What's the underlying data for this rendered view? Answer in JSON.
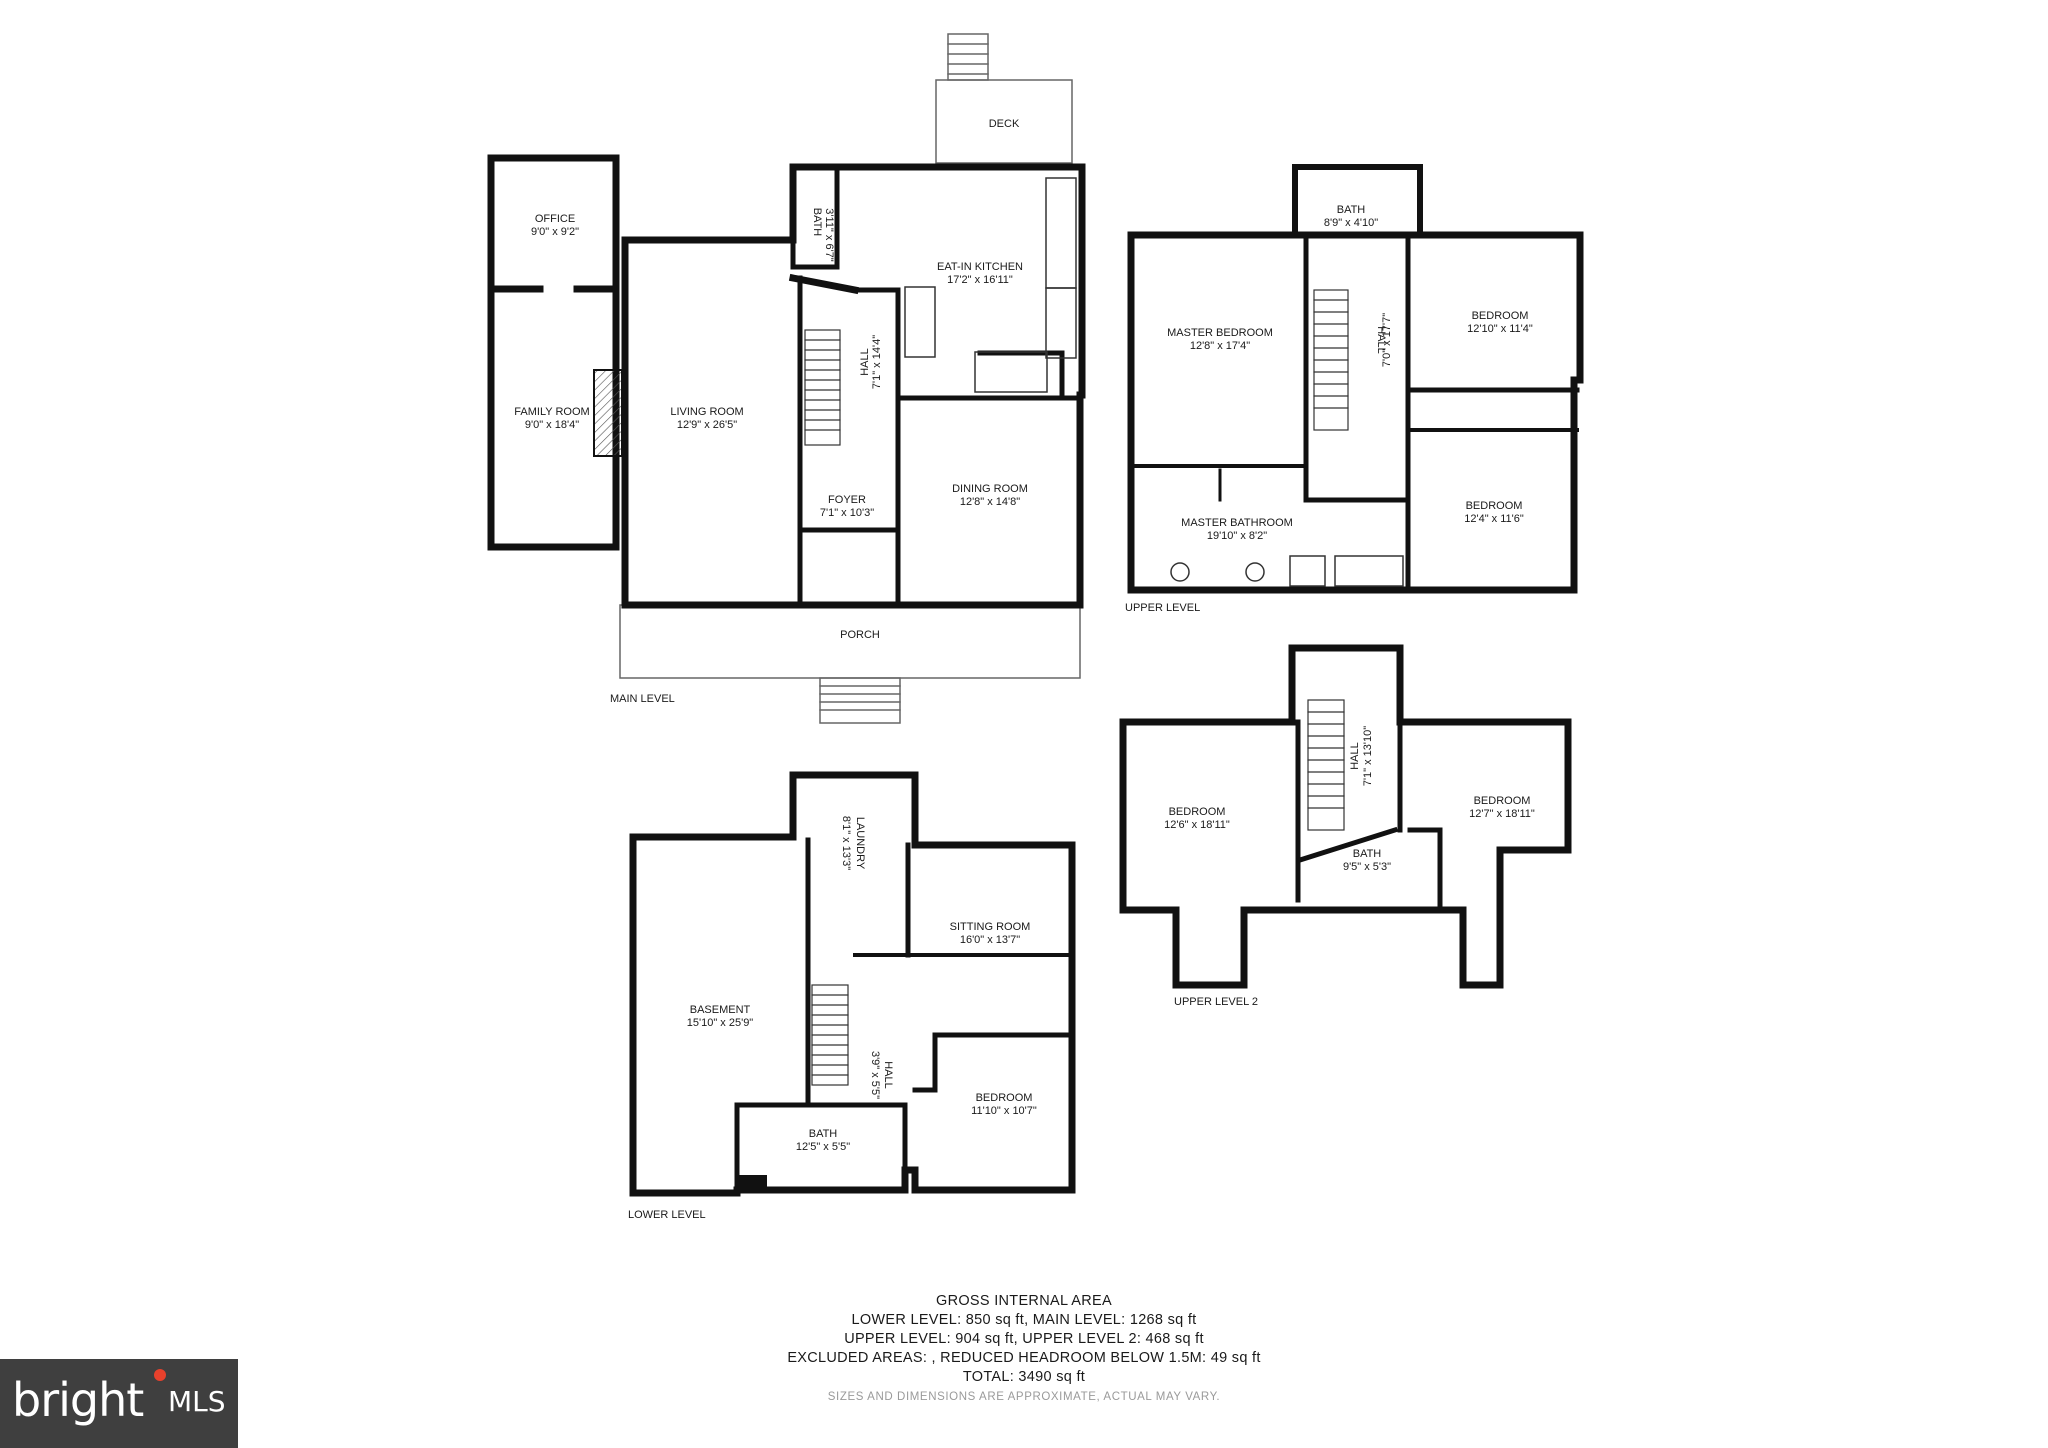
{
  "levels": {
    "main": "MAIN LEVEL",
    "upper": "UPPER LEVEL",
    "upper2": "UPPER LEVEL 2",
    "lower": "LOWER LEVEL"
  },
  "rooms": {
    "deck": "DECK",
    "office_name": "OFFICE",
    "office_dim": "9'0\" x 9'2\"",
    "family_name": "FAMILY ROOM",
    "family_dim": "9'0\" x 18'4\"",
    "living_name": "LIVING ROOM",
    "living_dim": "12'9\" x 26'5\"",
    "bath_main_name": "BATH",
    "bath_main_dim": "3'11\" x 6'7\"",
    "kitchen_name": "EAT-IN KITCHEN",
    "kitchen_dim": "17'2\" x 16'11\"",
    "hall_main_name": "HALL",
    "hall_main_dim": "7'1\" x 14'4\"",
    "foyer_name": "FOYER",
    "foyer_dim": "7'1\" x 10'3\"",
    "dining_name": "DINING ROOM",
    "dining_dim": "12'8\" x 14'8\"",
    "porch": "PORCH",
    "bath_up_name": "BATH",
    "bath_up_dim": "8'9\" x 4'10\"",
    "master_name": "MASTER BEDROOM",
    "master_dim": "12'8\" x 17'4\"",
    "hall_up_name": "HALL",
    "hall_up_dim": "7'0\" x 17'7\"",
    "bed_up1_name": "BEDROOM",
    "bed_up1_dim": "12'10\" x 11'4\"",
    "master_bath_name": "MASTER BATHROOM",
    "master_bath_dim": "19'10\" x 8'2\"",
    "bed_up2_name": "BEDROOM",
    "bed_up2_dim": "12'4\" x 11'6\"",
    "bed_u2a_name": "BEDROOM",
    "bed_u2a_dim": "12'6\" x 18'11\"",
    "hall_u2_name": "HALL",
    "hall_u2_dim": "7'1\" x 13'10\"",
    "bed_u2b_name": "BEDROOM",
    "bed_u2b_dim": "12'7\" x 18'11\"",
    "bath_u2_name": "BATH",
    "bath_u2_dim": "9'5\" x 5'3\"",
    "laundry_name": "LAUNDRY",
    "laundry_dim": "8'1\" x 13'3\"",
    "sitting_name": "SITTING ROOM",
    "sitting_dim": "16'0\" x 13'7\"",
    "basement_name": "BASEMENT",
    "basement_dim": "15'10\" x 25'9\"",
    "hall_low_name": "HALL",
    "hall_low_dim": "3'9\" x 5'5\"",
    "bed_low_name": "BEDROOM",
    "bed_low_dim": "11'10\" x 10'7\"",
    "bath_low_name": "BATH",
    "bath_low_dim": "12'5\" x 5'5\""
  },
  "summary": {
    "title": "GROSS INTERNAL AREA",
    "line1": "LOWER LEVEL: 850 sq ft, MAIN LEVEL: 1268 sq ft",
    "line2": "UPPER LEVEL: 904 sq ft, UPPER LEVEL 2: 468 sq ft",
    "line3": "EXCLUDED AREAS: , REDUCED HEADROOM BELOW 1.5M: 49 sq ft",
    "line4": "TOTAL: 3490 sq ft",
    "disclaimer": "SIZES AND DIMENSIONS ARE APPROXIMATE, ACTUAL MAY VARY."
  },
  "logo": {
    "brand": "bright",
    "suffix": "MLS"
  }
}
